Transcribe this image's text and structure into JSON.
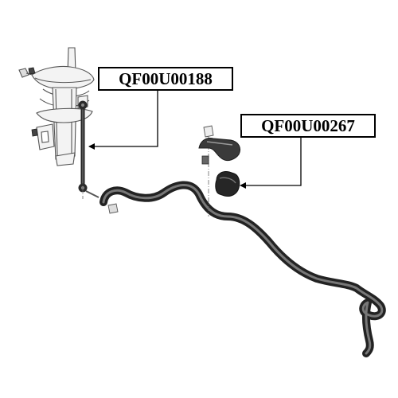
{
  "callouts": [
    {
      "part_number": "QF00U00188",
      "target": "stabilizer-link"
    },
    {
      "part_number": "QF00U00267",
      "target": "stabilizer-bushing"
    }
  ],
  "colors": {
    "outline": "#2b2b2b",
    "bar": "#3c3c3c",
    "strut": "#f2f2f2",
    "rubber": "#222222",
    "leader": "#000000"
  }
}
